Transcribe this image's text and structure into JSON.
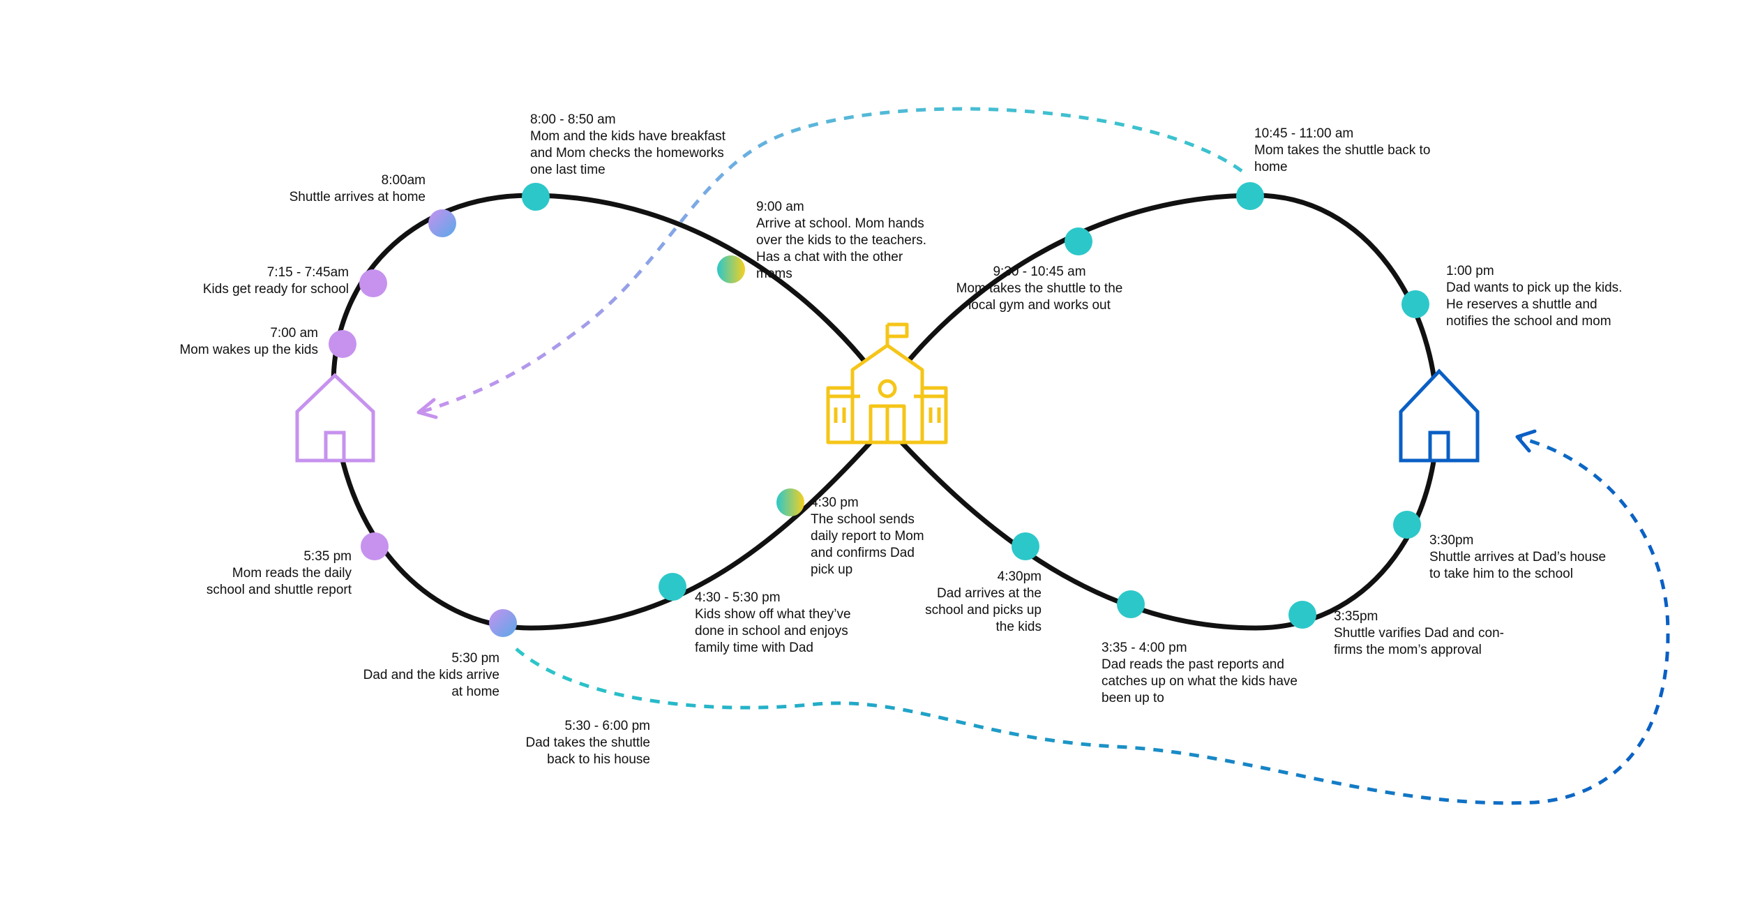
{
  "colors": {
    "track": "#111111",
    "teal": "#2cc7c9",
    "purple": "#c692ee",
    "blue": "#0a5fc4",
    "yellow": "#f5c518",
    "greenYellow": "#a3d46a"
  },
  "icons": {
    "mom_house": "house-icon",
    "dad_house": "house-icon",
    "school": "school-icon"
  },
  "events": [
    {
      "id": "e1",
      "time": "7:00 am",
      "desc": "Mom wakes up the kids"
    },
    {
      "id": "e2",
      "time": "7:15 - 7:45am",
      "desc": "Kids get ready for school"
    },
    {
      "id": "e3",
      "time": "8:00am",
      "desc": "Shuttle arrives at home"
    },
    {
      "id": "e4",
      "time": "8:00 - 8:50 am",
      "desc": "Mom and the kids have breakfast\nand Mom checks the homeworks\none last time"
    },
    {
      "id": "e5",
      "time": "9:00 am",
      "desc": "Arrive at school. Mom hands\nover the kids to the teachers.\nHas a chat with the other\nmoms"
    },
    {
      "id": "e6",
      "time": "9:30 - 10:45 am",
      "desc": "Mom takes the shuttle to the\nlocal gym and works out"
    },
    {
      "id": "e7",
      "time": "10:45 - 11:00 am",
      "desc": "Mom takes the shuttle back to\nhome"
    },
    {
      "id": "e8",
      "time": "1:00 pm",
      "desc": "Dad wants to pick up the kids.\nHe reserves a shuttle and\nnotifies the school and mom"
    },
    {
      "id": "e9",
      "time": "3:30pm",
      "desc": "Shuttle arrives at Dad’s house\nto take him to the school"
    },
    {
      "id": "e10",
      "time": "3:35pm",
      "desc": "Shuttle varifies Dad and con-\nfirms the mom’s approval"
    },
    {
      "id": "e11",
      "time": "3:35 - 4:00 pm",
      "desc": "Dad reads the past reports and\ncatches up on what the kids have\nbeen up to"
    },
    {
      "id": "e12",
      "time": "4:30pm",
      "desc": "Dad arrives at the\nschool and picks up\nthe kids"
    },
    {
      "id": "e13",
      "time": "4:30 pm",
      "desc": "The school sends\ndaily report to Mom\nand confirms Dad\npick up"
    },
    {
      "id": "e14",
      "time": "4:30 - 5:30 pm",
      "desc": "Kids show off what they’ve\ndone in school and enjoys\nfamily time with Dad"
    },
    {
      "id": "e15",
      "time": "5:30 pm",
      "desc": "Dad and the kids arrive\nat home"
    },
    {
      "id": "e16",
      "time": "5:35 pm",
      "desc": "Mom reads the daily\nschool and shuttle report"
    },
    {
      "id": "e17",
      "time": "5:30 - 6:00 pm",
      "desc": "Dad takes the shuttle\nback to his house"
    }
  ]
}
